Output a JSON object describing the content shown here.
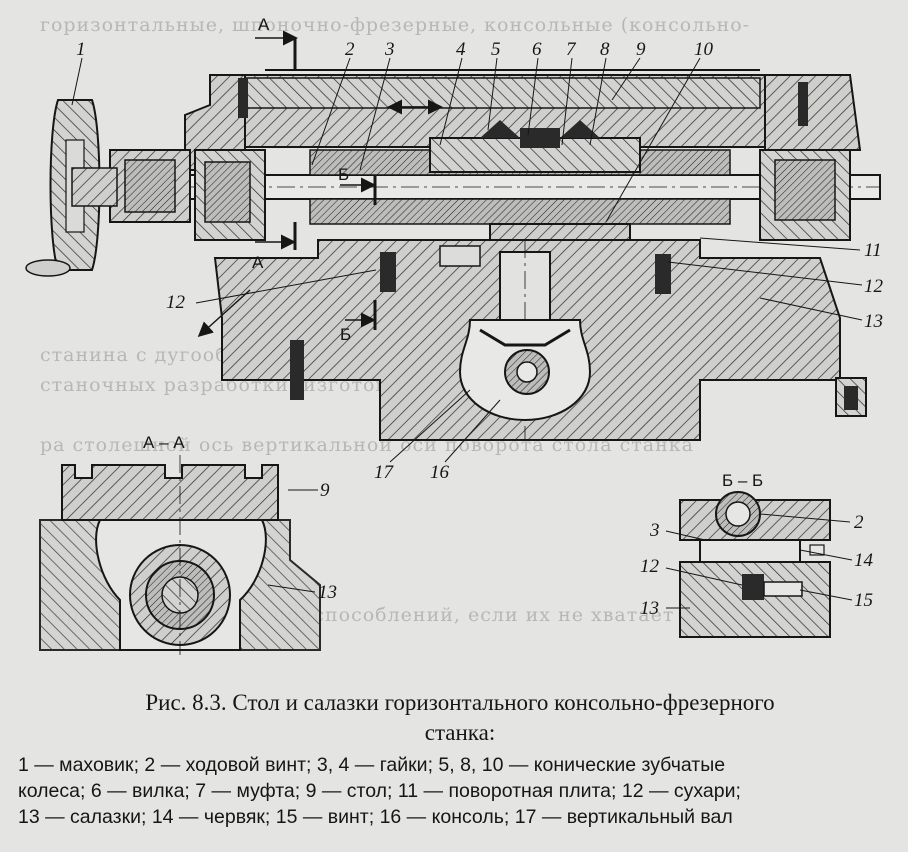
{
  "figure": {
    "part_labels": [
      "1",
      "2",
      "3",
      "4",
      "5",
      "6",
      "7",
      "8",
      "9",
      "10",
      "11",
      "12",
      "13",
      "12",
      "17",
      "16"
    ],
    "section_labels": {
      "aa_top": "А",
      "aa_bottom": "А",
      "bb_top": "Б",
      "bb_bottom": "Б",
      "section_aa": "А – А",
      "section_bb": "Б – Б"
    },
    "detail_aa_labels": [
      "9",
      "13"
    ],
    "detail_bb_labels": [
      "3",
      "2",
      "14",
      "12",
      "15",
      "13"
    ]
  },
  "caption": {
    "line1": "Рис. 8.3. Стол и салазки горизонтального консольно-фрезерного",
    "line2": "станка:"
  },
  "legend": {
    "line1": "1 — маховик; 2 — ходовой винт; 3, 4 — гайки; 5, 8, 10 — конические зубчатые",
    "line2": "колеса; 6 — вилка; 7 — муфта; 9 — стол; 11 — поворотная плита; 12 — сухари;",
    "line3": "13 — салазки; 14 — червяк; 15 — винт; 16 — консоль; 17 — вертикальный вал"
  }
}
